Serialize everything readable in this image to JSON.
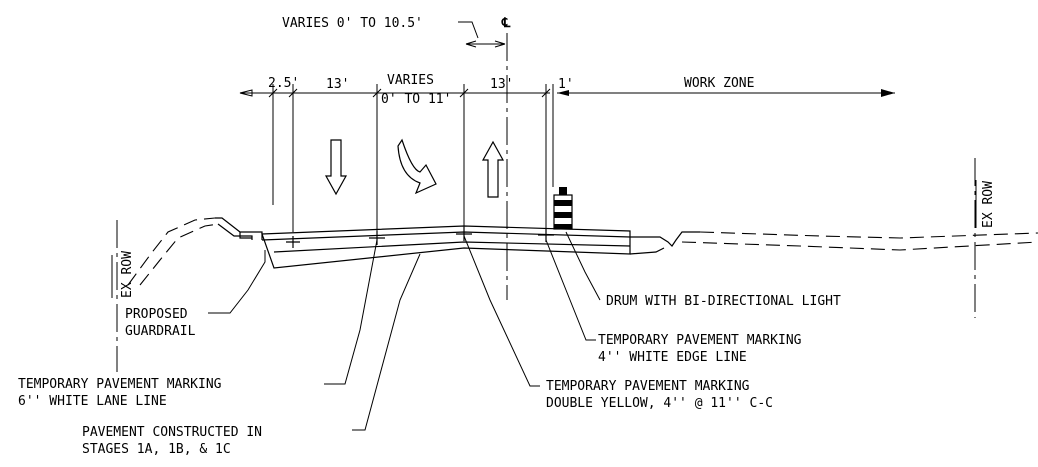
{
  "dimensions": {
    "varies_top": "VARIES 0' TO 10.5'",
    "centerline_symbol": "℄",
    "d1": "2.5'",
    "d2": "13'",
    "d3_line1": "VARIES",
    "d3_line2": "0' TO 11'",
    "d4": "13'",
    "d5": "1'",
    "work_zone": "WORK ZONE"
  },
  "row_labels": {
    "left": "EX ROW",
    "right": "EX ROW"
  },
  "callouts": {
    "guardrail_line1": "PROPOSED",
    "guardrail_line2": "GUARDRAIL",
    "drum": "DRUM WITH BI-DIRECTIONAL LIGHT",
    "edge_line1": "TEMPORARY PAVEMENT MARKING",
    "edge_line2": "4'' WHITE EDGE LINE",
    "lane_line1": "TEMPORARY PAVEMENT MARKING",
    "lane_line2": "6'' WHITE LANE LINE",
    "yellow_line1": "TEMPORARY PAVEMENT MARKING",
    "yellow_line2": "DOUBLE YELLOW, 4'' @ 11'' C-C",
    "pavement_line1": "PAVEMENT CONSTRUCTED IN",
    "pavement_line2": "STAGES 1A, 1B, & 1C"
  }
}
